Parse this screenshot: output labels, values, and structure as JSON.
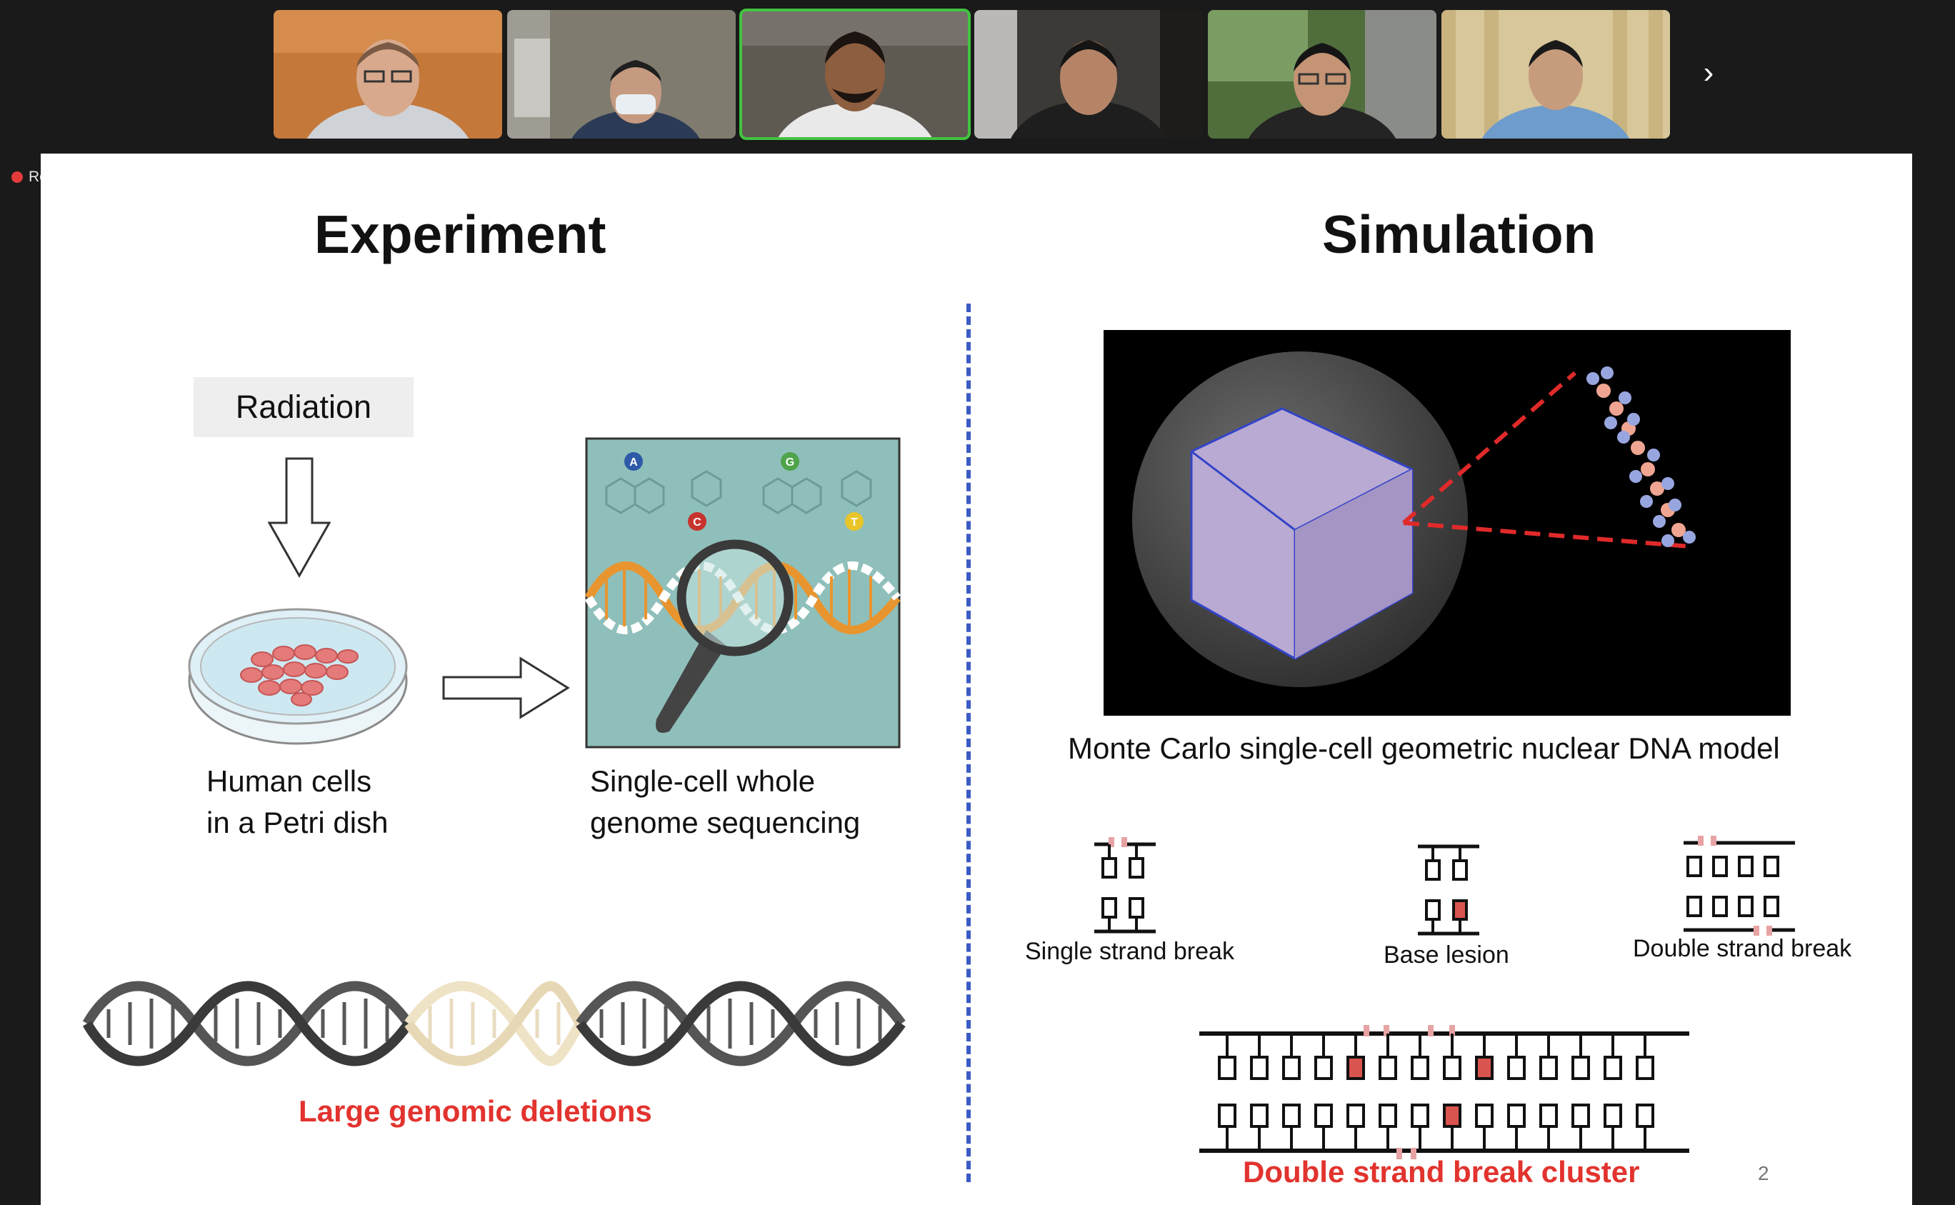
{
  "meeting": {
    "recording_label": "Recording",
    "next_page_icon": "chevron-right-icon",
    "participants": [
      {
        "bg": "#c4783a",
        "shirt": "#cfd2d6",
        "skin": "#d8a98c",
        "hair": "#7a5a44"
      },
      {
        "bg": "#7f7b6f",
        "shirt": "#2c3b55",
        "skin": "#c59a80",
        "hair": "#1f1f1f"
      },
      {
        "bg": "#5e5a52",
        "shirt": "#e9e9e9",
        "skin": "#8e5e40",
        "hair": "#1c1410",
        "active": true
      },
      {
        "bg": "#3c3a36",
        "shirt": "#1e1e1e",
        "skin": "#b58467",
        "hair": "#141414"
      },
      {
        "bg": "#4f6e3c",
        "shirt": "#242424",
        "skin": "#c49474",
        "hair": "#151515"
      },
      {
        "bg": "#d8c79a",
        "shirt": "#6e9ccc",
        "skin": "#c79c7c",
        "hair": "#1a1a1a"
      }
    ]
  },
  "slide": {
    "left_title": "Experiment",
    "right_title": "Simulation",
    "radiation_label": "Radiation",
    "cells_line1": "Human cells",
    "cells_line2": "in a Petri dish",
    "seq_line1": "Single-cell whole",
    "seq_line2": "genome sequencing",
    "deletions_label": "Large genomic deletions",
    "model_caption": "Monte Carlo single-cell geometric nuclear DNA model",
    "ssb_label": "Single strand break",
    "base_label": "Base lesion",
    "dsb_label": "Double strand break",
    "cluster_label": "Double strand break cluster",
    "page_number": "2",
    "bases": [
      "A",
      "G",
      "C",
      "T"
    ],
    "colors": {
      "accent_red": "#e2332e",
      "lesion": "#d9534f",
      "dna_orange": "#e8952f",
      "panel_teal": "#8fbfba",
      "divider_blue": "#3b5bc4"
    }
  }
}
